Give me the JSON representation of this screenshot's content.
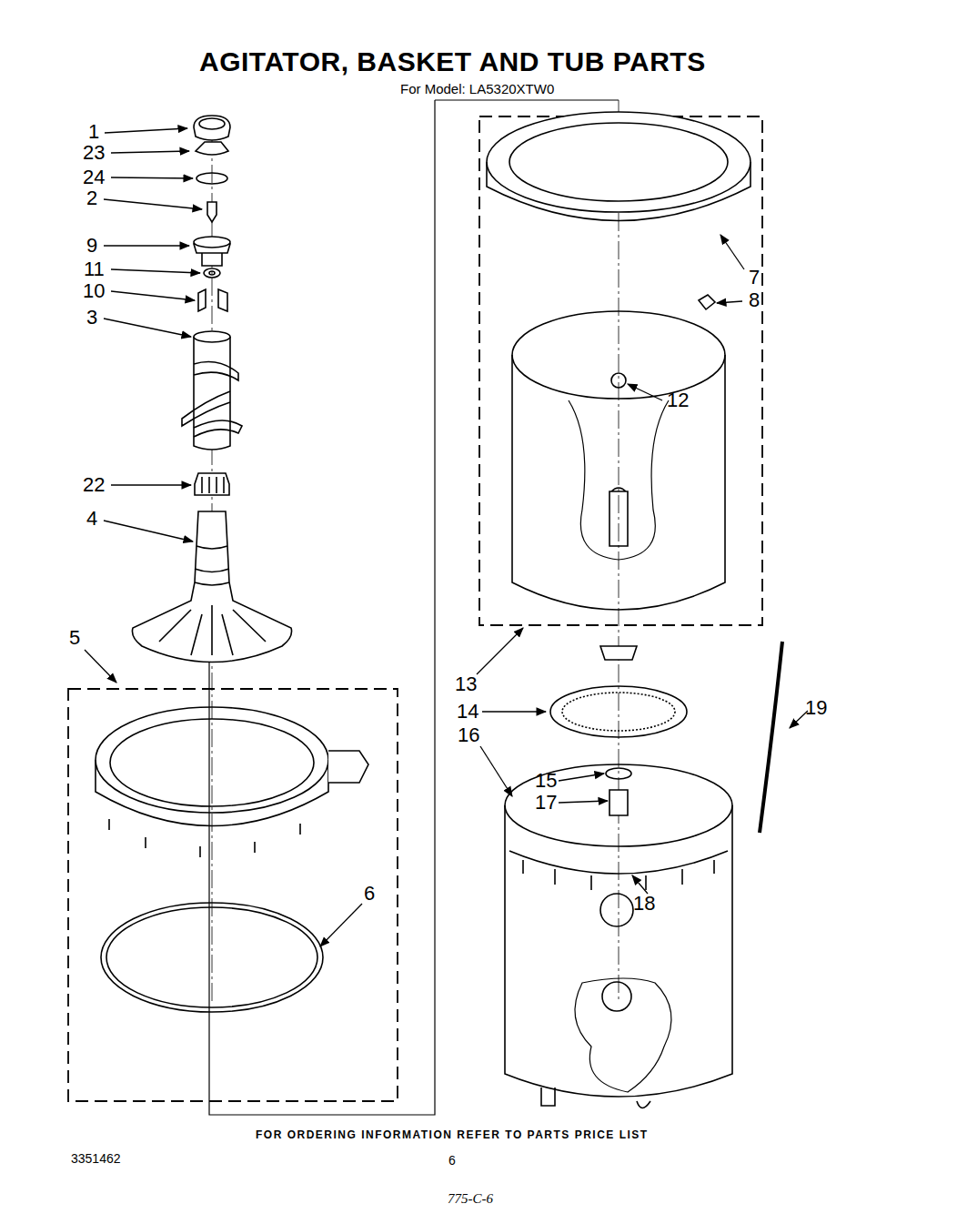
{
  "diagram": {
    "title": "AGITATOR, BASKET AND TUB PARTS",
    "caption": "FOR ORDERING INFORMATION REFER TO PARTS PRICE LIST",
    "labels": [
      "For Model: LA5320XTW0",
      "1",
      "23",
      "24",
      "2",
      "9",
      "11",
      "10",
      "3",
      "22",
      "4",
      "5",
      "6",
      "7",
      "8",
      "12",
      "13",
      "14",
      "16",
      "15",
      "17",
      "19",
      "18",
      "3351462",
      "6",
      "775-C-6"
    ]
  }
}
